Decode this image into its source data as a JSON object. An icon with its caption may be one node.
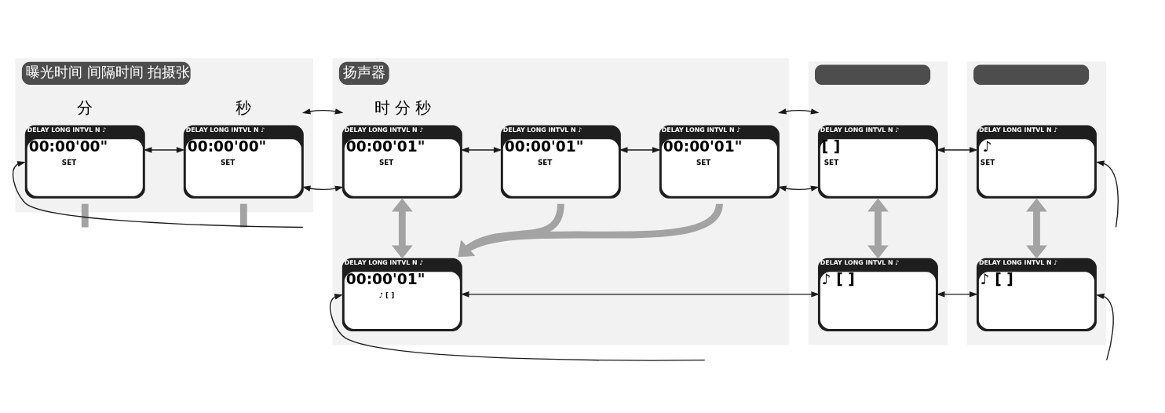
{
  "diagram": {
    "nodes": [
      {
        "text": [
          "曝光时间 间隔时间 拍摄张"
        ]
      },
      {
        "text": [
          "DELAY LONG INTVL N ♪",
          "00:00'00\"",
          "SET"
        ],
        "in": 0,
        "beside": [
          "分"
        ]
      },
      {
        "text": [
          "DELAY LONG INTVL N ♪",
          "00:00'00\"",
          "SET"
        ],
        "in": 0,
        "beside": [
          "秒"
        ]
      },
      {
        "text": [
          "扬声器"
        ]
      },
      {
        "text": [
          "DELAY LONG INTVL N ♪",
          "00:00'01\"",
          "SET"
        ],
        "in": 3,
        "beside": [
          "时 分 秒"
        ]
      },
      {
        "text": [
          "DELAY LONG INTVL N ♪",
          "00:00'01\"",
          "SET"
        ],
        "in": 3
      },
      {
        "text": [
          "DELAY LONG INTVL N ♪",
          "00:00'01\"",
          "SET"
        ],
        "in": 3
      },
      {
        "text": [
          "DELAY LONG INTVL N ♪",
          "00:00'01\"",
          "♪ [ ]"
        ],
        "in": 3
      },
      {
        "text": [],
        "shape": "box"
      },
      {
        "text": [
          "DELAY LONG INTVL N ♪",
          "[ ]",
          "SET"
        ],
        "in": 8
      },
      {
        "text": [
          "DELAY LONG INTVL N ♪",
          "♪ [ ]"
        ],
        "in": 8
      },
      {
        "text": [],
        "shape": "box"
      },
      {
        "text": [
          "DELAY LONG INTVL N ♪",
          "♪",
          "SET"
        ],
        "in": 11
      },
      {
        "text": [
          "DELAY LONG INTVL N ♪",
          "♪ [ ]"
        ],
        "in": 11
      }
    ],
    "edges": [
      {
        "from": null,
        "to": 1,
        "arrow": "to"
      },
      {
        "from": 1,
        "to": 2,
        "arrow": "both"
      },
      {
        "from": 2,
        "to": 4,
        "arrow": "both"
      },
      {
        "from": 4,
        "to": 5,
        "arrow": "both"
      },
      {
        "from": 5,
        "to": 6,
        "arrow": "both"
      },
      {
        "from": 6,
        "to": 9,
        "arrow": "both"
      },
      {
        "from": 9,
        "to": 12,
        "arrow": "both"
      },
      {
        "from": null,
        "to": 12,
        "arrow": "to"
      },
      {
        "from": 1,
        "to": null,
        "arrow": "none",
        "style": "thick",
        "color": "#a3a3a3"
      },
      {
        "from": 2,
        "to": null,
        "arrow": "none",
        "style": "thick",
        "color": "#a3a3a3"
      },
      {
        "from": 4,
        "to": 7,
        "arrow": "both",
        "style": "thick",
        "color": "#a3a3a3"
      },
      {
        "from": 5,
        "to": 7,
        "arrow": "to",
        "style": "thick",
        "color": "#a3a3a3"
      },
      {
        "from": 6,
        "to": 7,
        "arrow": "to",
        "style": "thick",
        "color": "#a3a3a3"
      },
      {
        "from": 9,
        "to": 10,
        "arrow": "both",
        "style": "thick",
        "color": "#a3a3a3"
      },
      {
        "from": 12,
        "to": 13,
        "arrow": "both",
        "style": "thick",
        "color": "#a3a3a3"
      },
      {
        "from": null,
        "to": 7,
        "arrow": "to"
      },
      {
        "from": 7,
        "to": 10,
        "arrow": "both"
      },
      {
        "from": 10,
        "to": 13,
        "arrow": "both"
      },
      {
        "from": null,
        "to": 13,
        "arrow": "to"
      }
    ]
  }
}
